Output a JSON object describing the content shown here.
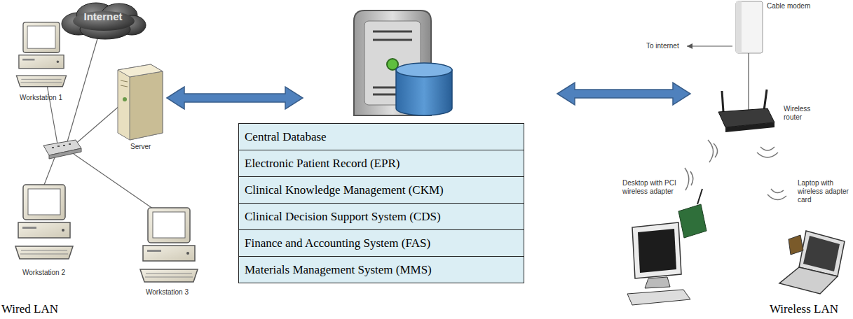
{
  "diagram": {
    "nodes": [
      {
        "text": [
          "Internet"
        ]
      },
      {
        "text": [
          "Central Database"
        ]
      },
      {
        "text": [
          "Electronic Patient Record (EPR)"
        ]
      },
      {
        "text": [
          "Clinical Knowledge Management (CKM)"
        ]
      },
      {
        "text": [
          "Clinical Decision Support System (CDS)"
        ]
      },
      {
        "text": [
          "Finance and Accounting System (FAS)"
        ]
      },
      {
        "text": [
          "Materials Management System (MMS)"
        ]
      }
    ],
    "labels": [
      "Workstation 1",
      "Server",
      "Workstation 2",
      "Workstation 3",
      "Wired LAN",
      "To internet",
      "Cable modem",
      "Wireless router",
      "Desktop with PCI wireless adapter",
      "Laptop with wireless adapter card",
      "Wireless LAN"
    ]
  }
}
